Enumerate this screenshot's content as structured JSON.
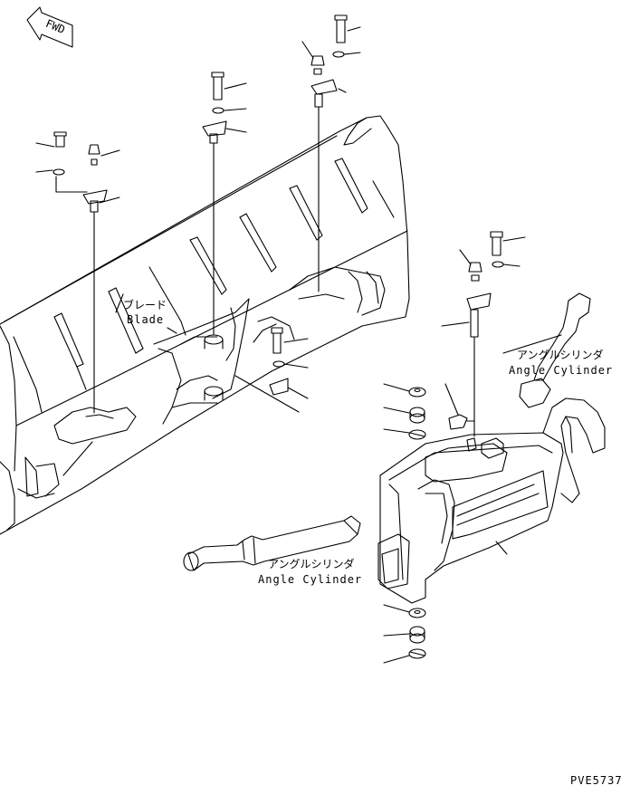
{
  "fwd_tag": "FWD",
  "labels": {
    "blade_jp": "ブレード",
    "blade_en": "Blade",
    "angle_cyl_right_jp": "アングルシリンダ",
    "angle_cyl_right_en": "Angle Cylinder",
    "angle_cyl_left_jp": "アングルシリンダ",
    "angle_cyl_left_en": "Angle Cylinder"
  },
  "drawing_code": "PVE5737",
  "colors": {
    "ink": "#000000",
    "paper": "#ffffff"
  }
}
